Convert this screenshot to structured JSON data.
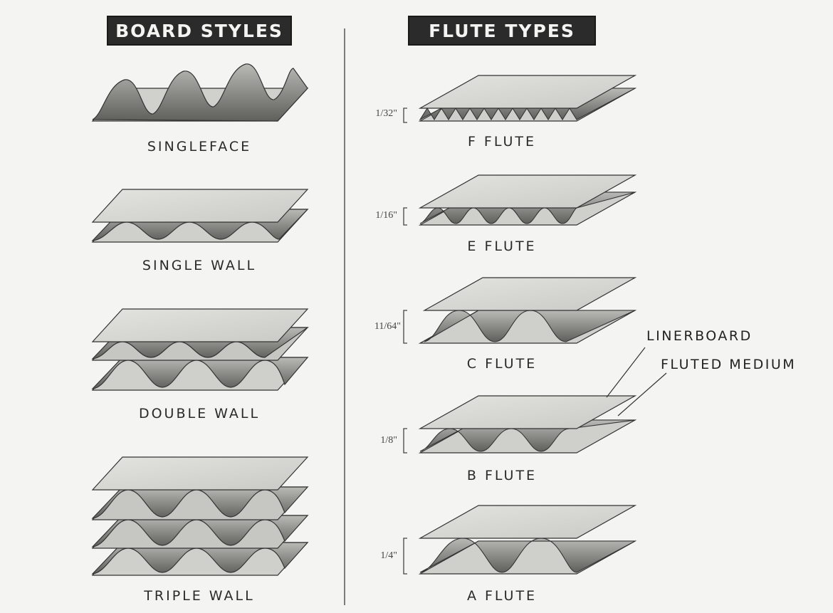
{
  "board_styles": {
    "heading": "BOARD STYLES",
    "items": [
      "SINGLEFACE",
      "SINGLE WALL",
      "DOUBLE WALL",
      "TRIPLE WALL"
    ]
  },
  "flute_types": {
    "heading": "FLUTE TYPES",
    "items": [
      {
        "label": "F FLUTE",
        "thickness": "1/32\""
      },
      {
        "label": "E FLUTE",
        "thickness": "1/16\""
      },
      {
        "label": "C FLUTE",
        "thickness": "11/64\""
      },
      {
        "label": "B FLUTE",
        "thickness": "1/8\""
      },
      {
        "label": "A FLUTE",
        "thickness": "1/4\""
      }
    ]
  },
  "callouts": {
    "linerboard": "LINERBOARD",
    "fluted_medium": "FLUTED MEDIUM"
  },
  "colors": {
    "header_bg": "#2b2b2b",
    "header_text": "#f4f4f2",
    "sheet_top": "#d9d9d6",
    "flute_dark": "#6b6b68",
    "ink": "#2a2a2a"
  }
}
